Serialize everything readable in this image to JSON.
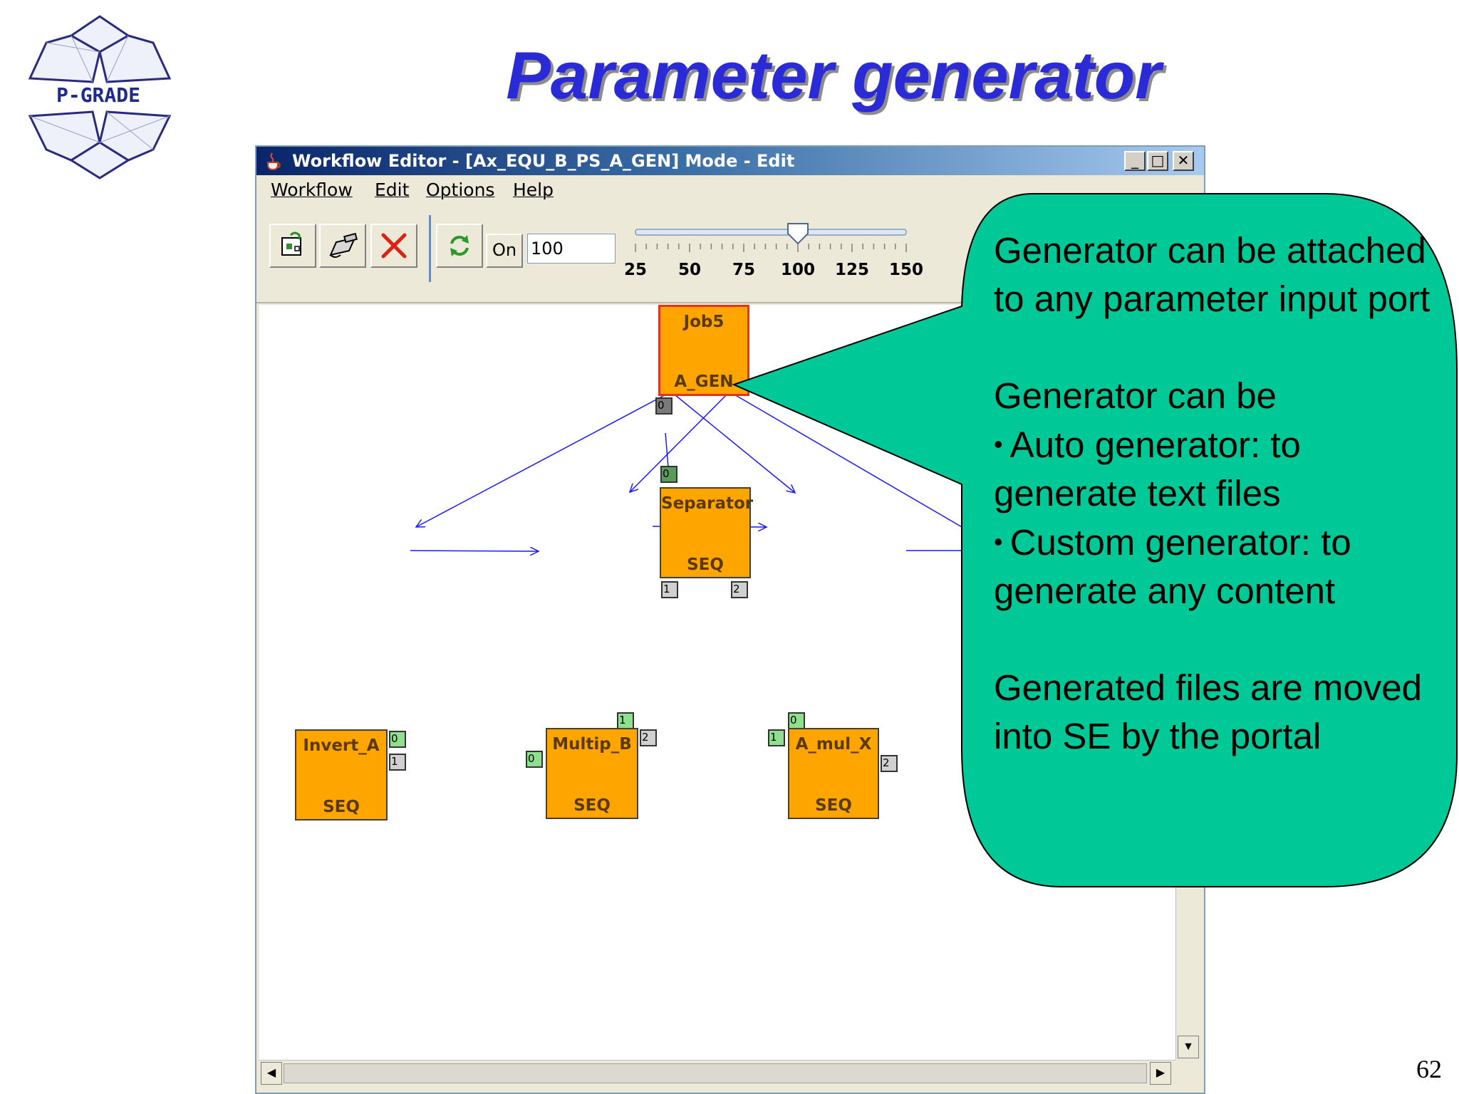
{
  "slide": {
    "title": "Parameter generator",
    "logo_text": "P-GRADE",
    "page_number": "62"
  },
  "window": {
    "title": "Workflow Editor - [Ax_EQU_B_PS_A_GEN]  Mode - Edit",
    "controls": {
      "minimize": "_",
      "maximize": "□",
      "close": "✕"
    }
  },
  "menu": [
    {
      "label": "Workflow"
    },
    {
      "label": "Edit"
    },
    {
      "label": "Options"
    },
    {
      "label": "Help"
    }
  ],
  "toolbar": {
    "icons": [
      "open-workflow-icon",
      "edit-icon",
      "delete-icon",
      "refresh-icon"
    ],
    "on_label": "On",
    "zoom_value": "100",
    "slider": {
      "value": 100,
      "min": 25,
      "max": 150,
      "tick_labels": [
        "25",
        "50",
        "75",
        "100",
        "125",
        "150"
      ]
    }
  },
  "workflow": {
    "jobs": [
      {
        "id": "job5",
        "name": "Job5",
        "type": "A_GEN",
        "selected": true
      },
      {
        "id": "separator",
        "name": "Separator",
        "type": "SEQ"
      },
      {
        "id": "invert_a",
        "name": "Invert_A",
        "type": "SEQ"
      },
      {
        "id": "multip_b",
        "name": "Multip_B",
        "type": "SEQ"
      },
      {
        "id": "a_mul_x",
        "name": "A_mul_X",
        "type": "SEQ"
      }
    ],
    "ports": {
      "job5_out": "0",
      "separator_in": "0",
      "separator_out1": "1",
      "separator_out2": "2",
      "invert_in": "0",
      "invert_out": "1",
      "multip_in1": "1",
      "multip_in0": "0",
      "multip_out": "2",
      "amulx_in0": "0",
      "amulx_in1": "1",
      "amulx_out": "2"
    }
  },
  "callout": {
    "color": "#00c896",
    "para1": "Generator can be attached to any parameter input port",
    "para2_intro": "Generator can be",
    "bullets": [
      "Auto generator: to generate text files",
      "Custom generator: to generate any content"
    ],
    "para3": "Generated files are moved into SE by the portal"
  }
}
